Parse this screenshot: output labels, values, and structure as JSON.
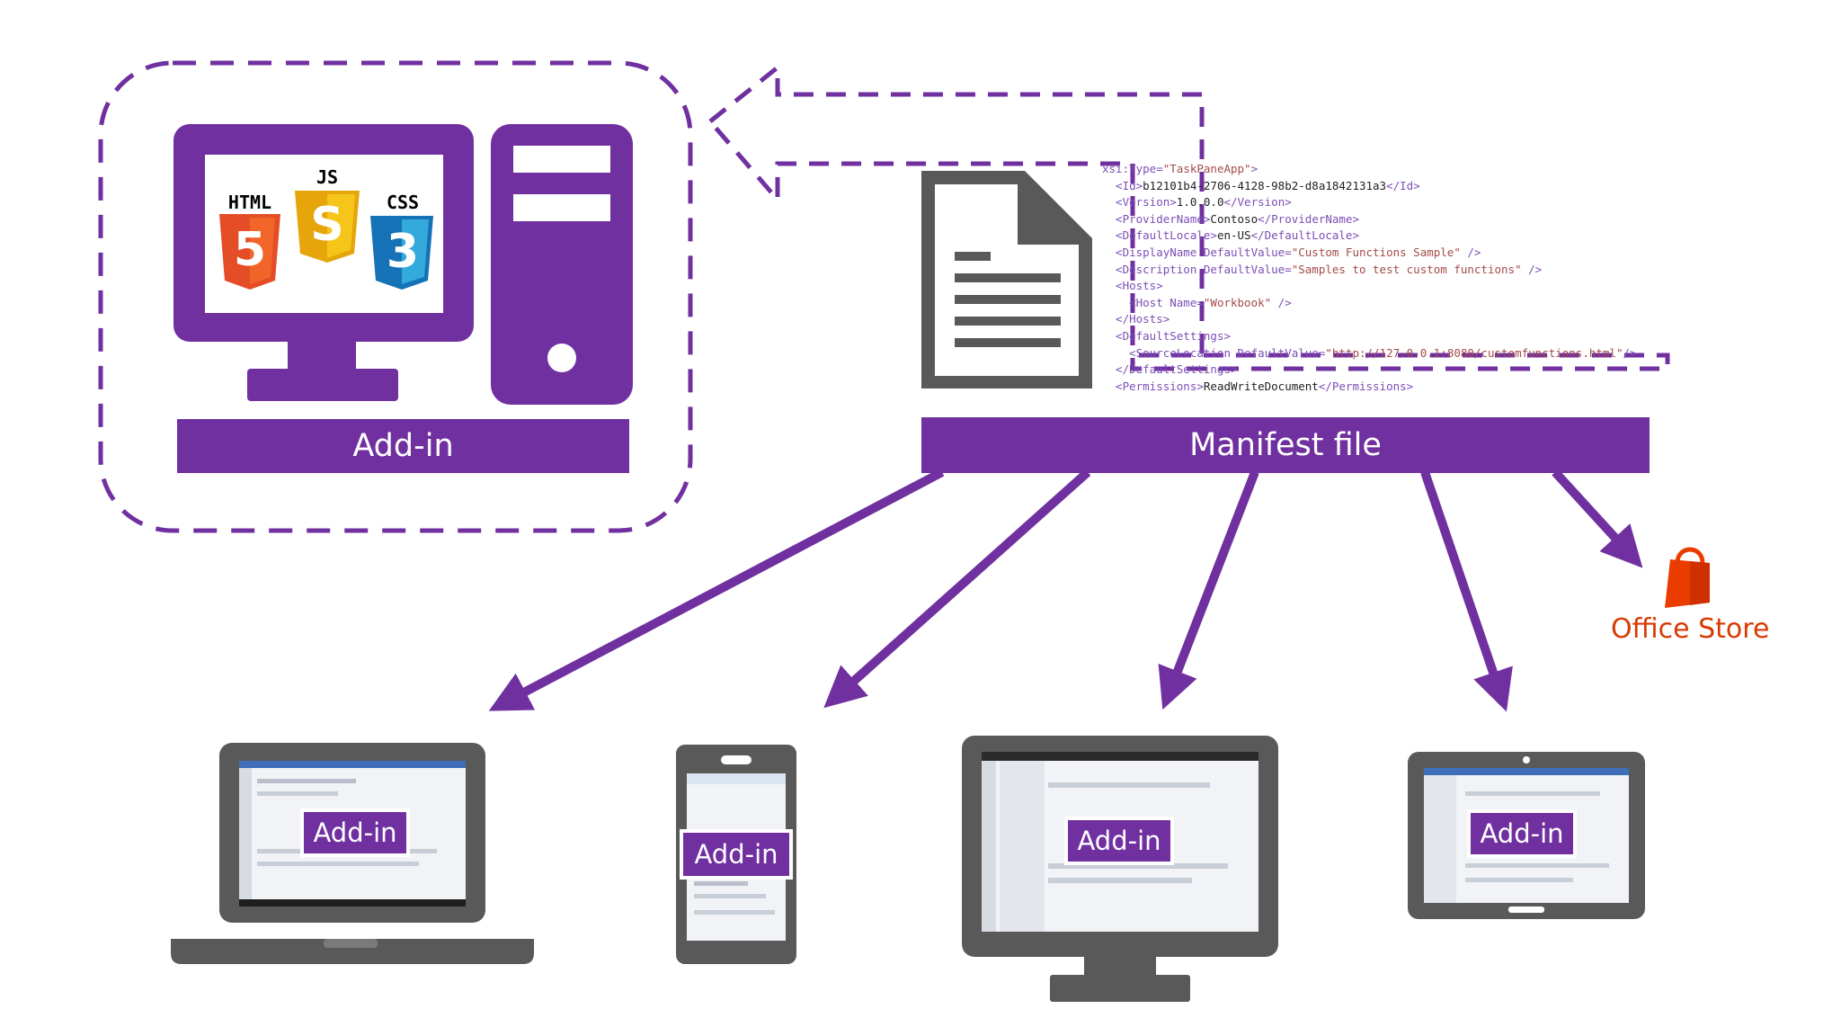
{
  "labels": {
    "addin_main": "Add-in",
    "manifest": "Manifest file",
    "office_store": "Office Store",
    "device_addin_laptop": "Add-in",
    "device_addin_phone": "Add-in",
    "device_addin_desktop": "Add-in",
    "device_addin_tablet": "Add-in"
  },
  "tech_logos": {
    "html": "HTML",
    "html_num": "5",
    "js": "JS",
    "js_num": "S",
    "css": "CSS",
    "css_num": "3"
  },
  "manifest_code": [
    [
      {
        "c": "t",
        "s": "xsi:Type="
      },
      {
        "c": "v",
        "s": "\"TaskPaneApp\""
      },
      {
        "c": "t",
        "s": ">"
      }
    ],
    [
      {
        "c": "t",
        "s": "  <Id>"
      },
      {
        "c": "d",
        "s": "b12101b4-2706-4128-98b2-d8a1842131a3"
      },
      {
        "c": "t",
        "s": "</Id>"
      }
    ],
    [
      {
        "c": "t",
        "s": "  <Version>"
      },
      {
        "c": "d",
        "s": "1.0.0.0"
      },
      {
        "c": "t",
        "s": "</Version>"
      }
    ],
    [
      {
        "c": "t",
        "s": "  <ProviderName>"
      },
      {
        "c": "d",
        "s": "Contoso"
      },
      {
        "c": "t",
        "s": "</ProviderName>"
      }
    ],
    [
      {
        "c": "t",
        "s": "  <DefaultLocale>"
      },
      {
        "c": "d",
        "s": "en-US"
      },
      {
        "c": "t",
        "s": "</DefaultLocale>"
      }
    ],
    [
      {
        "c": "t",
        "s": "  <DisplayName DefaultValue="
      },
      {
        "c": "v",
        "s": "\"Custom Functions Sample\""
      },
      {
        "c": "t",
        "s": " />"
      }
    ],
    [
      {
        "c": "t",
        "s": "  <Description DefaultValue="
      },
      {
        "c": "v",
        "s": "\"Samples to test custom functions\""
      },
      {
        "c": "t",
        "s": " />"
      }
    ],
    [
      {
        "c": "t",
        "s": "  <Hosts>"
      }
    ],
    [
      {
        "c": "t",
        "s": "    <Host Name="
      },
      {
        "c": "v",
        "s": "\"Workbook\""
      },
      {
        "c": "t",
        "s": " />"
      }
    ],
    [
      {
        "c": "t",
        "s": "  </Hosts>"
      }
    ],
    [
      {
        "c": "t",
        "s": "  <DefaultSettings>"
      }
    ],
    [
      {
        "c": "t",
        "s": "    <SourceLocation DefaultValue="
      },
      {
        "c": "v",
        "s": "\"http://127.0.0.1:8080/customfunctions.html\""
      },
      {
        "c": "t",
        "s": "/>"
      }
    ],
    [
      {
        "c": "t",
        "s": "  </DefaultSettings>"
      }
    ],
    [
      {
        "c": "t",
        "s": "  <Permissions>"
      },
      {
        "c": "d",
        "s": "ReadWriteDocument"
      },
      {
        "c": "t",
        "s": "</Permissions>"
      }
    ]
  ],
  "icons": {
    "computer": "desktop-computer-icon",
    "tower": "pc-tower-icon",
    "document": "document-icon",
    "store": "office-store-bag-icon",
    "laptop": "laptop-icon",
    "phone": "phone-icon",
    "desktop_monitor": "desktop-monitor-icon",
    "tablet": "tablet-icon"
  },
  "colors": {
    "purple": "#7030a0",
    "grey": "#595959",
    "store_orange": "#eb3c00",
    "html_orange": "#e44d26",
    "js_yellow": "#f0c419",
    "css_blue": "#1c88c7"
  }
}
